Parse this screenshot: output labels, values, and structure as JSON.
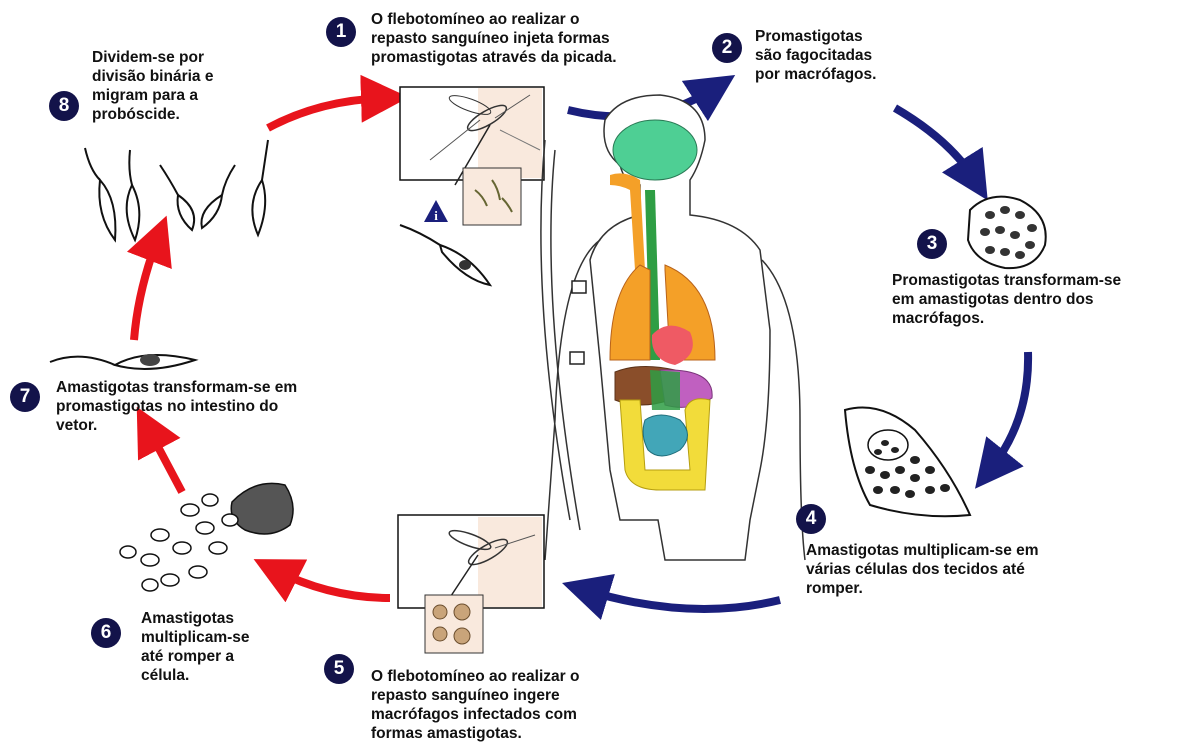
{
  "steps": [
    {
      "num": "1",
      "lines": [
        "O flebotomíneo ao realizar o",
        "repasto sanguíneo injeta formas",
        "promastigotas através da picada."
      ]
    },
    {
      "num": "2",
      "lines": [
        "Promastigotas",
        "são fagocitadas",
        "por macrófagos."
      ]
    },
    {
      "num": "3",
      "lines": [
        "Promastigotas transformam-se",
        "em amastigotas dentro dos",
        "macrófagos."
      ]
    },
    {
      "num": "4",
      "lines": [
        "Amastigotas multiplicam-se em",
        "várias células dos tecidos até",
        "romper."
      ]
    },
    {
      "num": "5",
      "lines": [
        "O flebotomíneo ao realizar o",
        "repasto sanguíneo ingere",
        "macrófagos infectados com",
        "formas amastigotas."
      ]
    },
    {
      "num": "6",
      "lines": [
        "Amastigotas",
        "multiplicam-se",
        "até romper a",
        "célula."
      ]
    },
    {
      "num": "7",
      "lines": [
        "Amastigotas transformam-se em",
        "promastigotas no intestino do",
        "vetor."
      ]
    },
    {
      "num": "8",
      "lines": [
        "Dividem-se por",
        "divisão binária e",
        "migram para a",
        "probóscide."
      ]
    }
  ],
  "infective_stage_marker": "i",
  "colors": {
    "red_arrow": "#e8141c",
    "blue_arrow": "#1a1f7c",
    "badge": "#13134a"
  }
}
